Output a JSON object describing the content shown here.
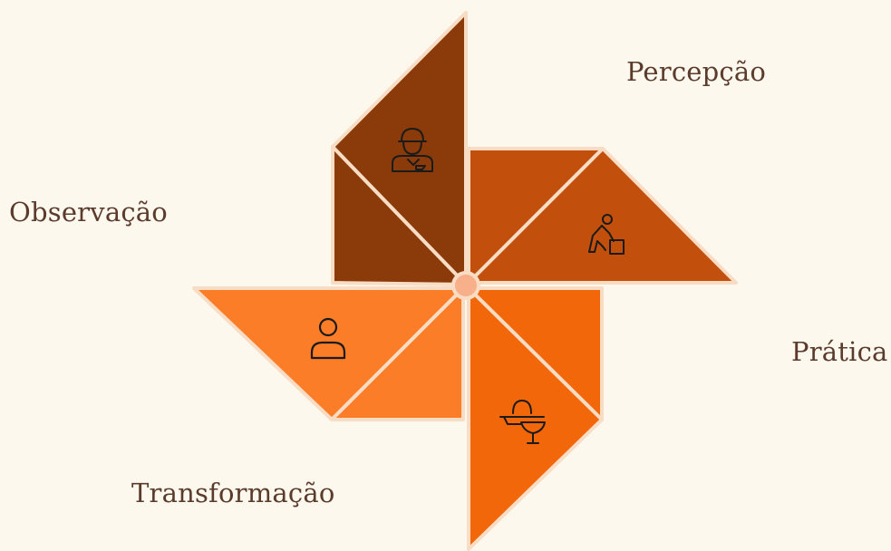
{
  "labels": {
    "percepcao": "Percepção",
    "observacao": "Observação",
    "pratica": "Prática",
    "transformacao": "Transformação"
  },
  "colors": {
    "background": "#fcf8ee",
    "blade_top": "#8b3a0a",
    "blade_right": "#c24f0c",
    "blade_bottom": "#f3670b",
    "blade_left": "#fb7d28",
    "outline": "#f8dcc4",
    "center": "#f7b089",
    "icon": "#1b1b1b",
    "label_text": "#5b3b2b"
  },
  "icons": {
    "top": "worker-with-cap-icon",
    "right": "person-lifting-box-icon",
    "bottom": "lab-bowl-icon",
    "left": "person-icon"
  }
}
